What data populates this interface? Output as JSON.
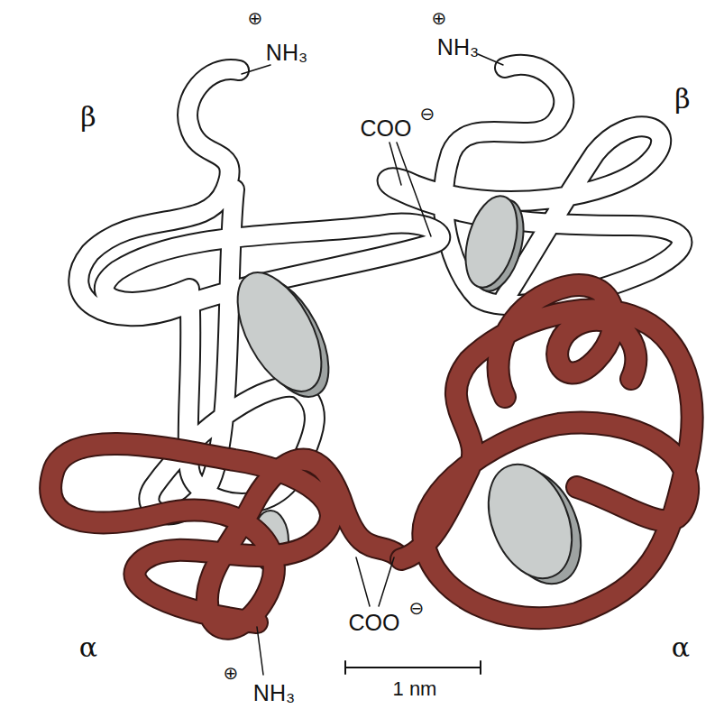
{
  "diagram": {
    "labels": [
      "⊕",
      "NH₃",
      "⊕",
      "NH₃",
      "β",
      "β",
      "COO",
      "⊖",
      "COO",
      "⊖",
      "⊕",
      "NH₃",
      "α",
      "α",
      "1 nm"
    ]
  }
}
